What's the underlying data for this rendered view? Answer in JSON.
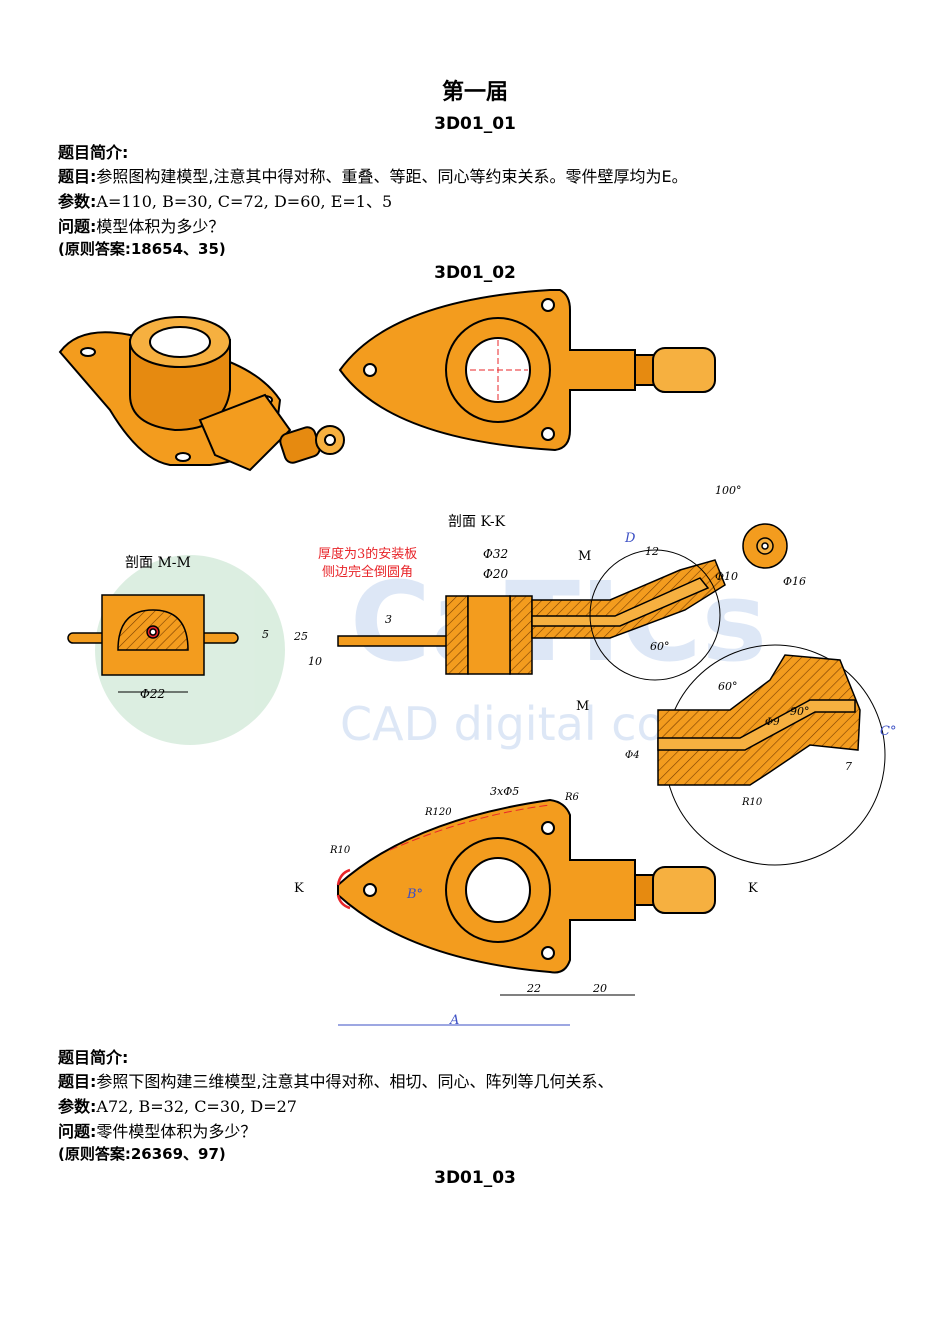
{
  "page_title": "第一届",
  "problems": [
    {
      "id": "3D01_01",
      "intro_label": "题目简介:",
      "task_label": "题目:",
      "task_text": "参照图构建模型,注意其中得对称、重叠、等距、同心等约束关系。零件壁厚均为E。",
      "params_label": "参数:",
      "params_text": "A=110, B=30, C=72, D=60, E=1、5",
      "question_label": "问题:",
      "question_text": "模型体积为多少？",
      "answer": "(原则答案:18654、35)"
    },
    {
      "id": "3D01_02",
      "intro_label": "题目简介:",
      "task_label": "题目:",
      "task_text": "参照下图构建三维模型,注意其中得对称、相切、同心、阵列等几何关系、",
      "params_label": "参数:",
      "params_text": "A72, B=32, C=30, D=27",
      "question_label": "问题:",
      "question_text": "零件模型体积为多少？",
      "answer": "(原则答案:26369、97)"
    },
    {
      "id": "3D01_03"
    }
  ],
  "drawing": {
    "section_mm": "剖面 M-M",
    "section_kk": "剖面 K-K",
    "note_line1": "厚度为3的安装板",
    "note_line2": "侧边完全倒圆角",
    "dims": {
      "d32": "Φ32",
      "d20": "Φ20",
      "d22": "Φ22",
      "d10": "Φ10",
      "d16": "Φ16",
      "d4": "Φ4",
      "d9": "Φ9",
      "h25": "25",
      "h10": "10",
      "h3": "3",
      "h5": "5",
      "h12": "12",
      "h7": "7",
      "h22": "22",
      "h20": "20",
      "a100": "100°",
      "a60a": "60°",
      "a60b": "60°",
      "a90": "90°",
      "r10a": "R10",
      "r10b": "R10",
      "r120": "R120",
      "r6": "R6",
      "holes": "3xΦ5",
      "A": "A",
      "B": "B°",
      "C": "C°",
      "D": "D",
      "M": "M",
      "K": "K"
    },
    "watermark": "CAD digital co",
    "colors": {
      "part": "#f39c1e",
      "outline": "#000000",
      "red_note": "#e8252a",
      "dim_blue": "#3b4fc4"
    }
  }
}
